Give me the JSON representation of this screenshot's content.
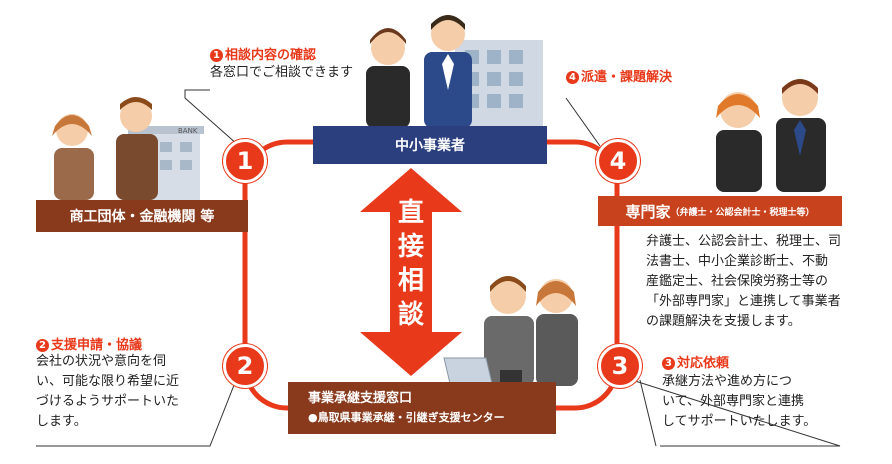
{
  "colors": {
    "accent": "#e8391a",
    "navy": "#2b3f7f",
    "brown": "#8a3a1c",
    "red_box": "#c8421d"
  },
  "center": {
    "label_chars": [
      "直",
      "接",
      "相",
      "談"
    ]
  },
  "boxes": {
    "sme": "中小事業者",
    "chamber": "商工団体・金融機関 等",
    "experts_main": "専門家",
    "experts_sub": "（弁護士・公認会計士・税理士等）",
    "support_line1": "事業承継支援窓口",
    "support_line2": "●鳥取県事業承継・引継ぎ支援センター"
  },
  "steps": [
    {
      "num": "1",
      "title": "相談内容の確認",
      "desc": [
        "各窓口でご相談できます"
      ]
    },
    {
      "num": "2",
      "title": "支援申請・協議",
      "desc": [
        "会社の状況や意向を伺",
        "い、可能な限り希望に近",
        "づけるようサポートいた",
        "します。"
      ]
    },
    {
      "num": "3",
      "title": "対応依頼",
      "desc": [
        "承継方法や進め方につ",
        "いて、外部専門家と連携",
        "してサポートいたします。"
      ]
    },
    {
      "num": "4",
      "title": "派遣・課題解決",
      "desc": [
        "弁護士、公認会計士、税理士、司",
        "法書士、中小企業診断士、不動",
        "産鑑定士、社会保険労務士等の",
        "「外部専門家」と連携して事業者",
        "の課題解決を支援します。"
      ]
    }
  ],
  "badges": [
    "1",
    "2",
    "3",
    "4"
  ],
  "illustrations": {
    "building_sign": "BANK"
  }
}
